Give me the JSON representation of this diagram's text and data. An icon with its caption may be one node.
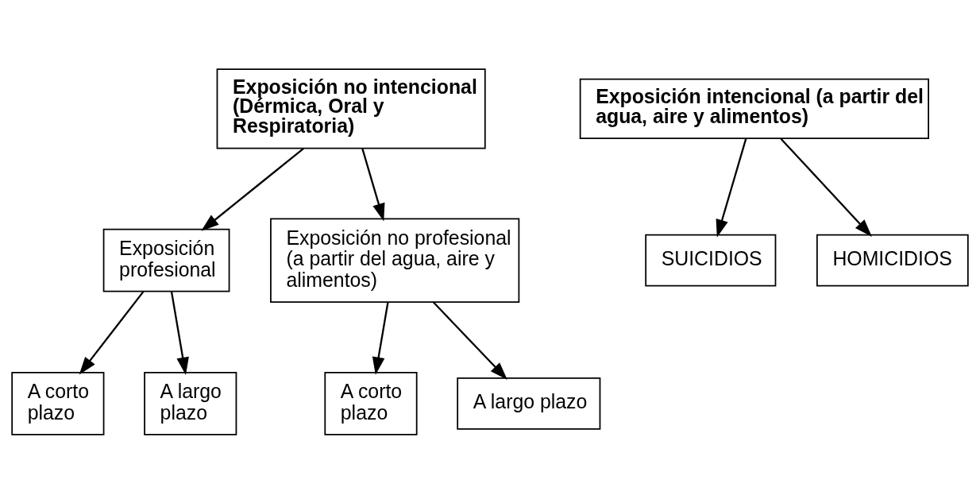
{
  "diagram": {
    "nodes": [
      {
        "text": [
          "Exposición no intencional (Dérmica, Oral y Respiratoria)"
        ]
      },
      {
        "text": [
          "Exposición intencional (a partir del agua, aire y alimentos)"
        ]
      },
      {
        "text": [
          "Exposición profesional"
        ]
      },
      {
        "text": [
          "Exposición no profesional (a partir del agua, aire y alimentos)"
        ]
      },
      {
        "text": [
          "SUICIDIOS"
        ]
      },
      {
        "text": [
          "HOMICIDIOS"
        ]
      },
      {
        "text": [
          "A corto plazo"
        ]
      },
      {
        "text": [
          "A largo plazo"
        ]
      },
      {
        "text": [
          "A corto plazo"
        ]
      },
      {
        "text": [
          "A largo plazo"
        ]
      }
    ],
    "edges": [
      {
        "from": 0,
        "to": 2,
        "arrow": "to"
      },
      {
        "from": 0,
        "to": 3,
        "arrow": "to"
      },
      {
        "from": 1,
        "to": 4,
        "arrow": "to"
      },
      {
        "from": 1,
        "to": 5,
        "arrow": "to"
      },
      {
        "from": 2,
        "to": 6,
        "arrow": "to"
      },
      {
        "from": 2,
        "to": 7,
        "arrow": "to"
      },
      {
        "from": 3,
        "to": 8,
        "arrow": "to"
      },
      {
        "from": 3,
        "to": 9,
        "arrow": "to"
      }
    ]
  }
}
